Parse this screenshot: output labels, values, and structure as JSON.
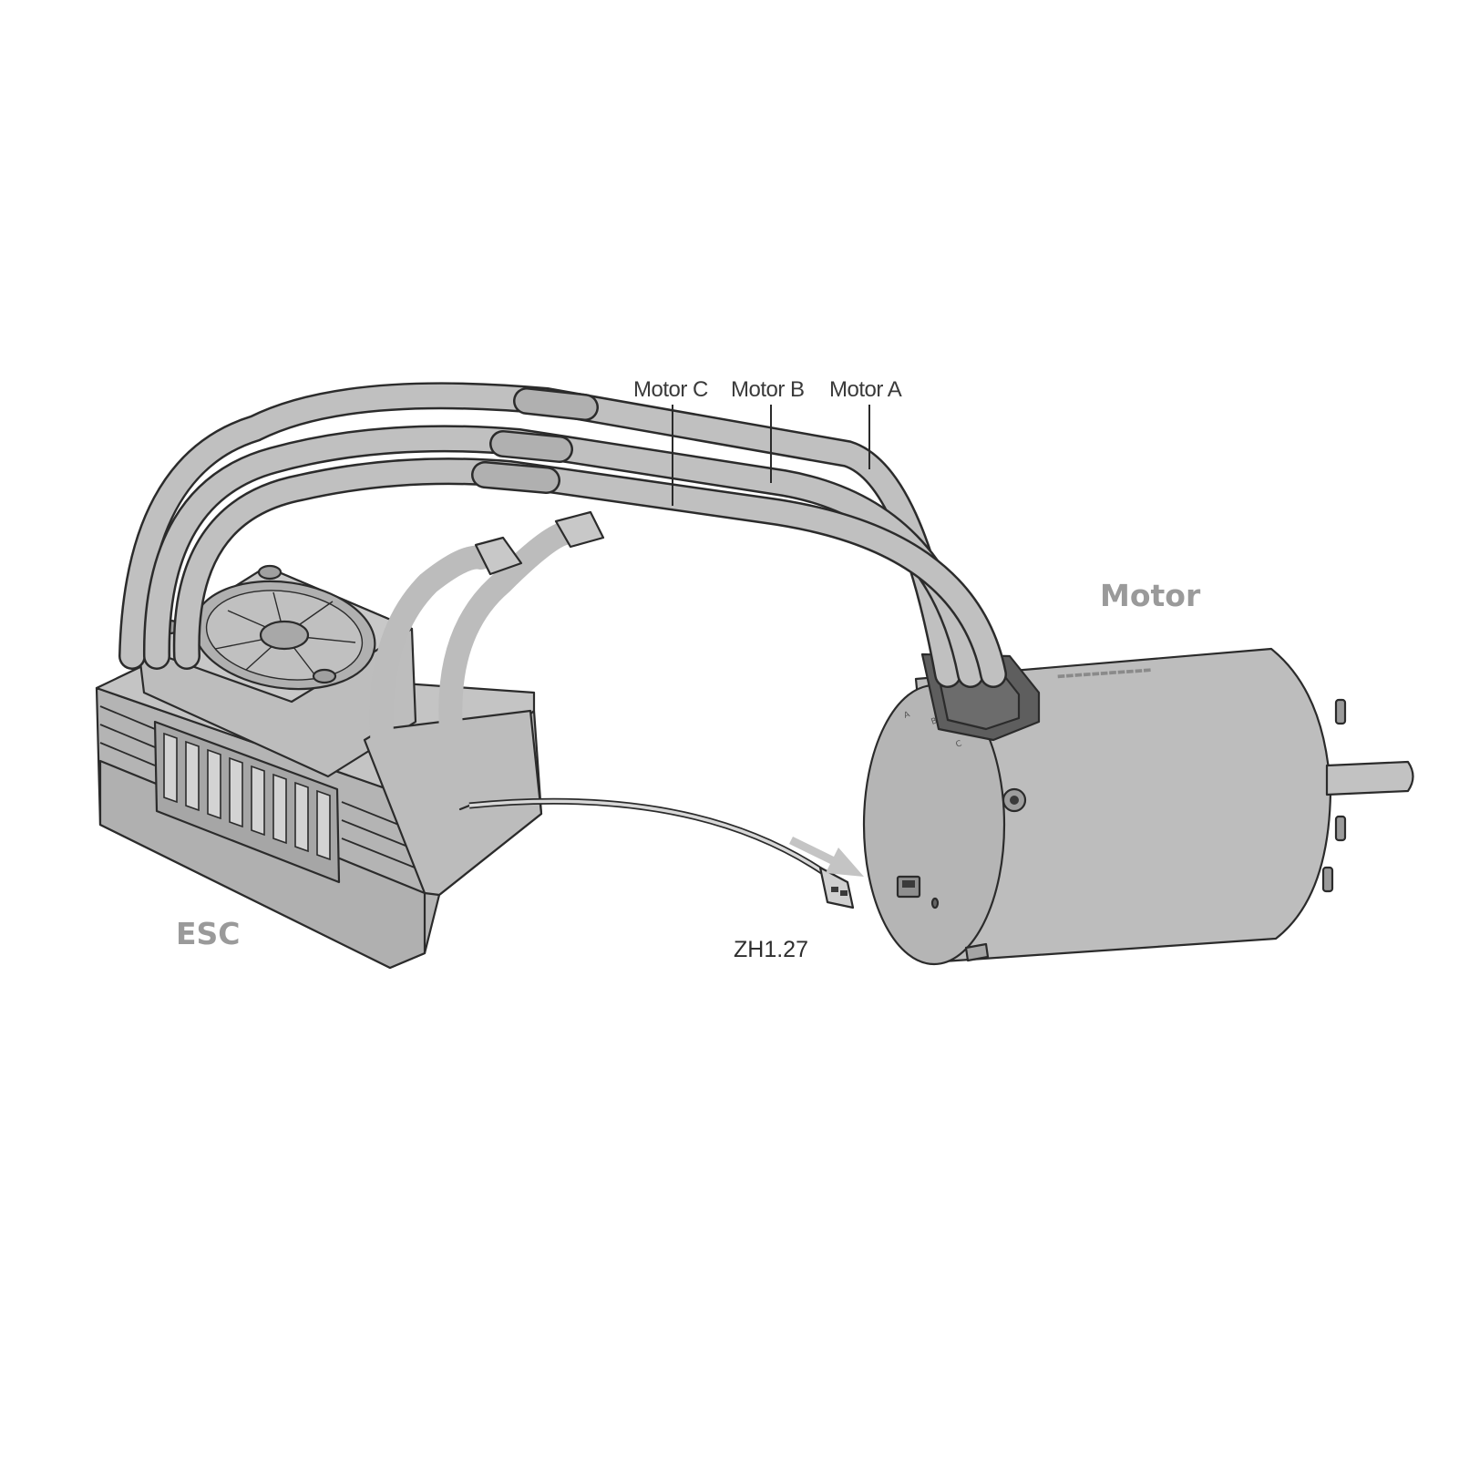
{
  "labels": {
    "motor_c": "Motor C",
    "motor_b": "Motor B",
    "motor_a": "Motor A",
    "motor": "Motor",
    "esc": "ESC",
    "connector": "ZH1.27"
  },
  "colors": {
    "body_fill": "#b9b9b9",
    "body_light": "#c9c9c9",
    "body_dark": "#a3a3a3",
    "grommet": "#5a5a5a",
    "outline": "#2b2b2b",
    "label_gray": "#9a9a9a",
    "arrow": "#c4c4c4"
  },
  "icons": {
    "fan": "fan-icon",
    "arrow": "arrow-right-icon"
  }
}
